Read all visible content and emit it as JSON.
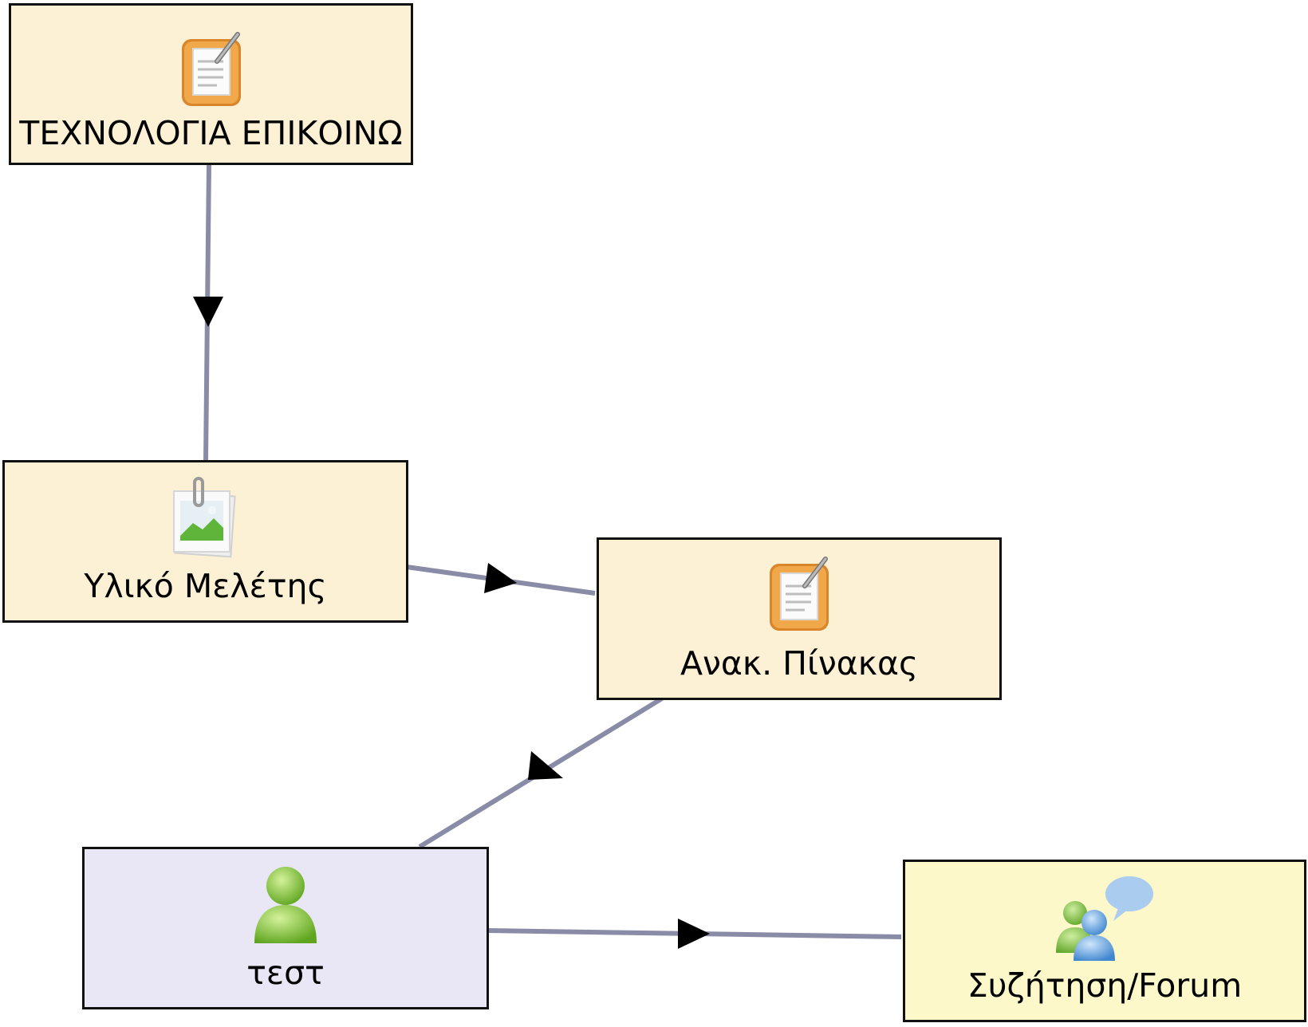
{
  "nodes": {
    "texnologia": {
      "label": "ΤΕΧΝΟΛΟΓΙΑ ΕΠΙΚΟΙΝΩ",
      "icon": "notepad-icon",
      "fill": "#fcf1d4"
    },
    "yliko": {
      "label": "Υλικό Μελέτης",
      "icon": "photo-document-icon",
      "fill": "#fcf1d4"
    },
    "anak": {
      "label": "Ανακ. Πίνακας",
      "icon": "notepad-icon",
      "fill": "#fcf1d4"
    },
    "test": {
      "label": "τεστ",
      "icon": "user-icon",
      "fill": "#e9e7f5"
    },
    "forum": {
      "label": "Συζήτηση/Forum",
      "icon": "forum-users-icon",
      "fill": "#fdf8c9"
    }
  },
  "edges": [
    {
      "from": "texnologia",
      "to": "yliko"
    },
    {
      "from": "yliko",
      "to": "anak"
    },
    {
      "from": "anak",
      "to": "test"
    },
    {
      "from": "test",
      "to": "forum"
    }
  ],
  "colors": {
    "edge": "#8a8ba6",
    "arrow": "#000000",
    "border": "#111111"
  }
}
